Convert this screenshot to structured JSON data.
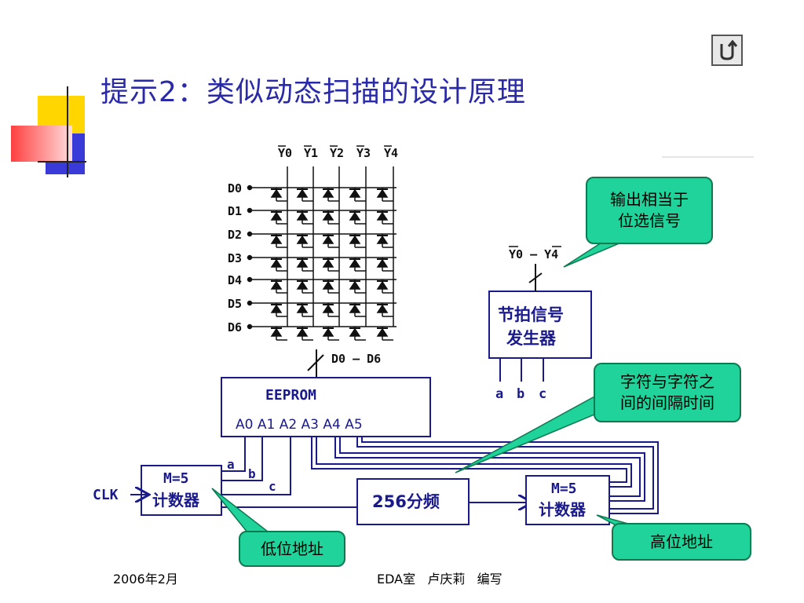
{
  "slide": {
    "title": "提示2：类似动态扫描的设计原理",
    "footer_left": "2006年2月",
    "footer_center": "EDA室   卢庆莉   编写"
  },
  "nav": {
    "back_icon": "return-arrow-icon"
  },
  "matrix": {
    "column_labels": [
      "Y0",
      "Y1",
      "Y2",
      "Y3",
      "Y4"
    ],
    "row_labels": [
      "D0",
      "D1",
      "D2",
      "D3",
      "D4",
      "D5",
      "D6"
    ],
    "bus_label": "D0 — D6"
  },
  "eeprom": {
    "name": "EEPROM",
    "address_pins": "A0 A1 A2 A3 A4 A5"
  },
  "low_counter": {
    "line1": "M=5",
    "line2": "计数器",
    "clk_label": "CLK",
    "outputs": [
      "a",
      "b",
      "c"
    ]
  },
  "divider": {
    "label": "256分频"
  },
  "high_counter": {
    "line1": "M=5",
    "line2": "计数器"
  },
  "beat_generator": {
    "line1": "节拍信号",
    "line2": "发生器",
    "outputs": [
      "a",
      "b",
      "c"
    ],
    "bus_label": "Y0 — Y4"
  },
  "callouts": {
    "position_select": "输出相当于\n位选信号",
    "char_interval": "字符与字符之\n间的间隔时间",
    "low_address": "低位地址",
    "high_address": "高位地址"
  },
  "colors": {
    "title": "#2a2aa8",
    "circuit": "#1a1a8c",
    "callout": "#1fd39a"
  }
}
